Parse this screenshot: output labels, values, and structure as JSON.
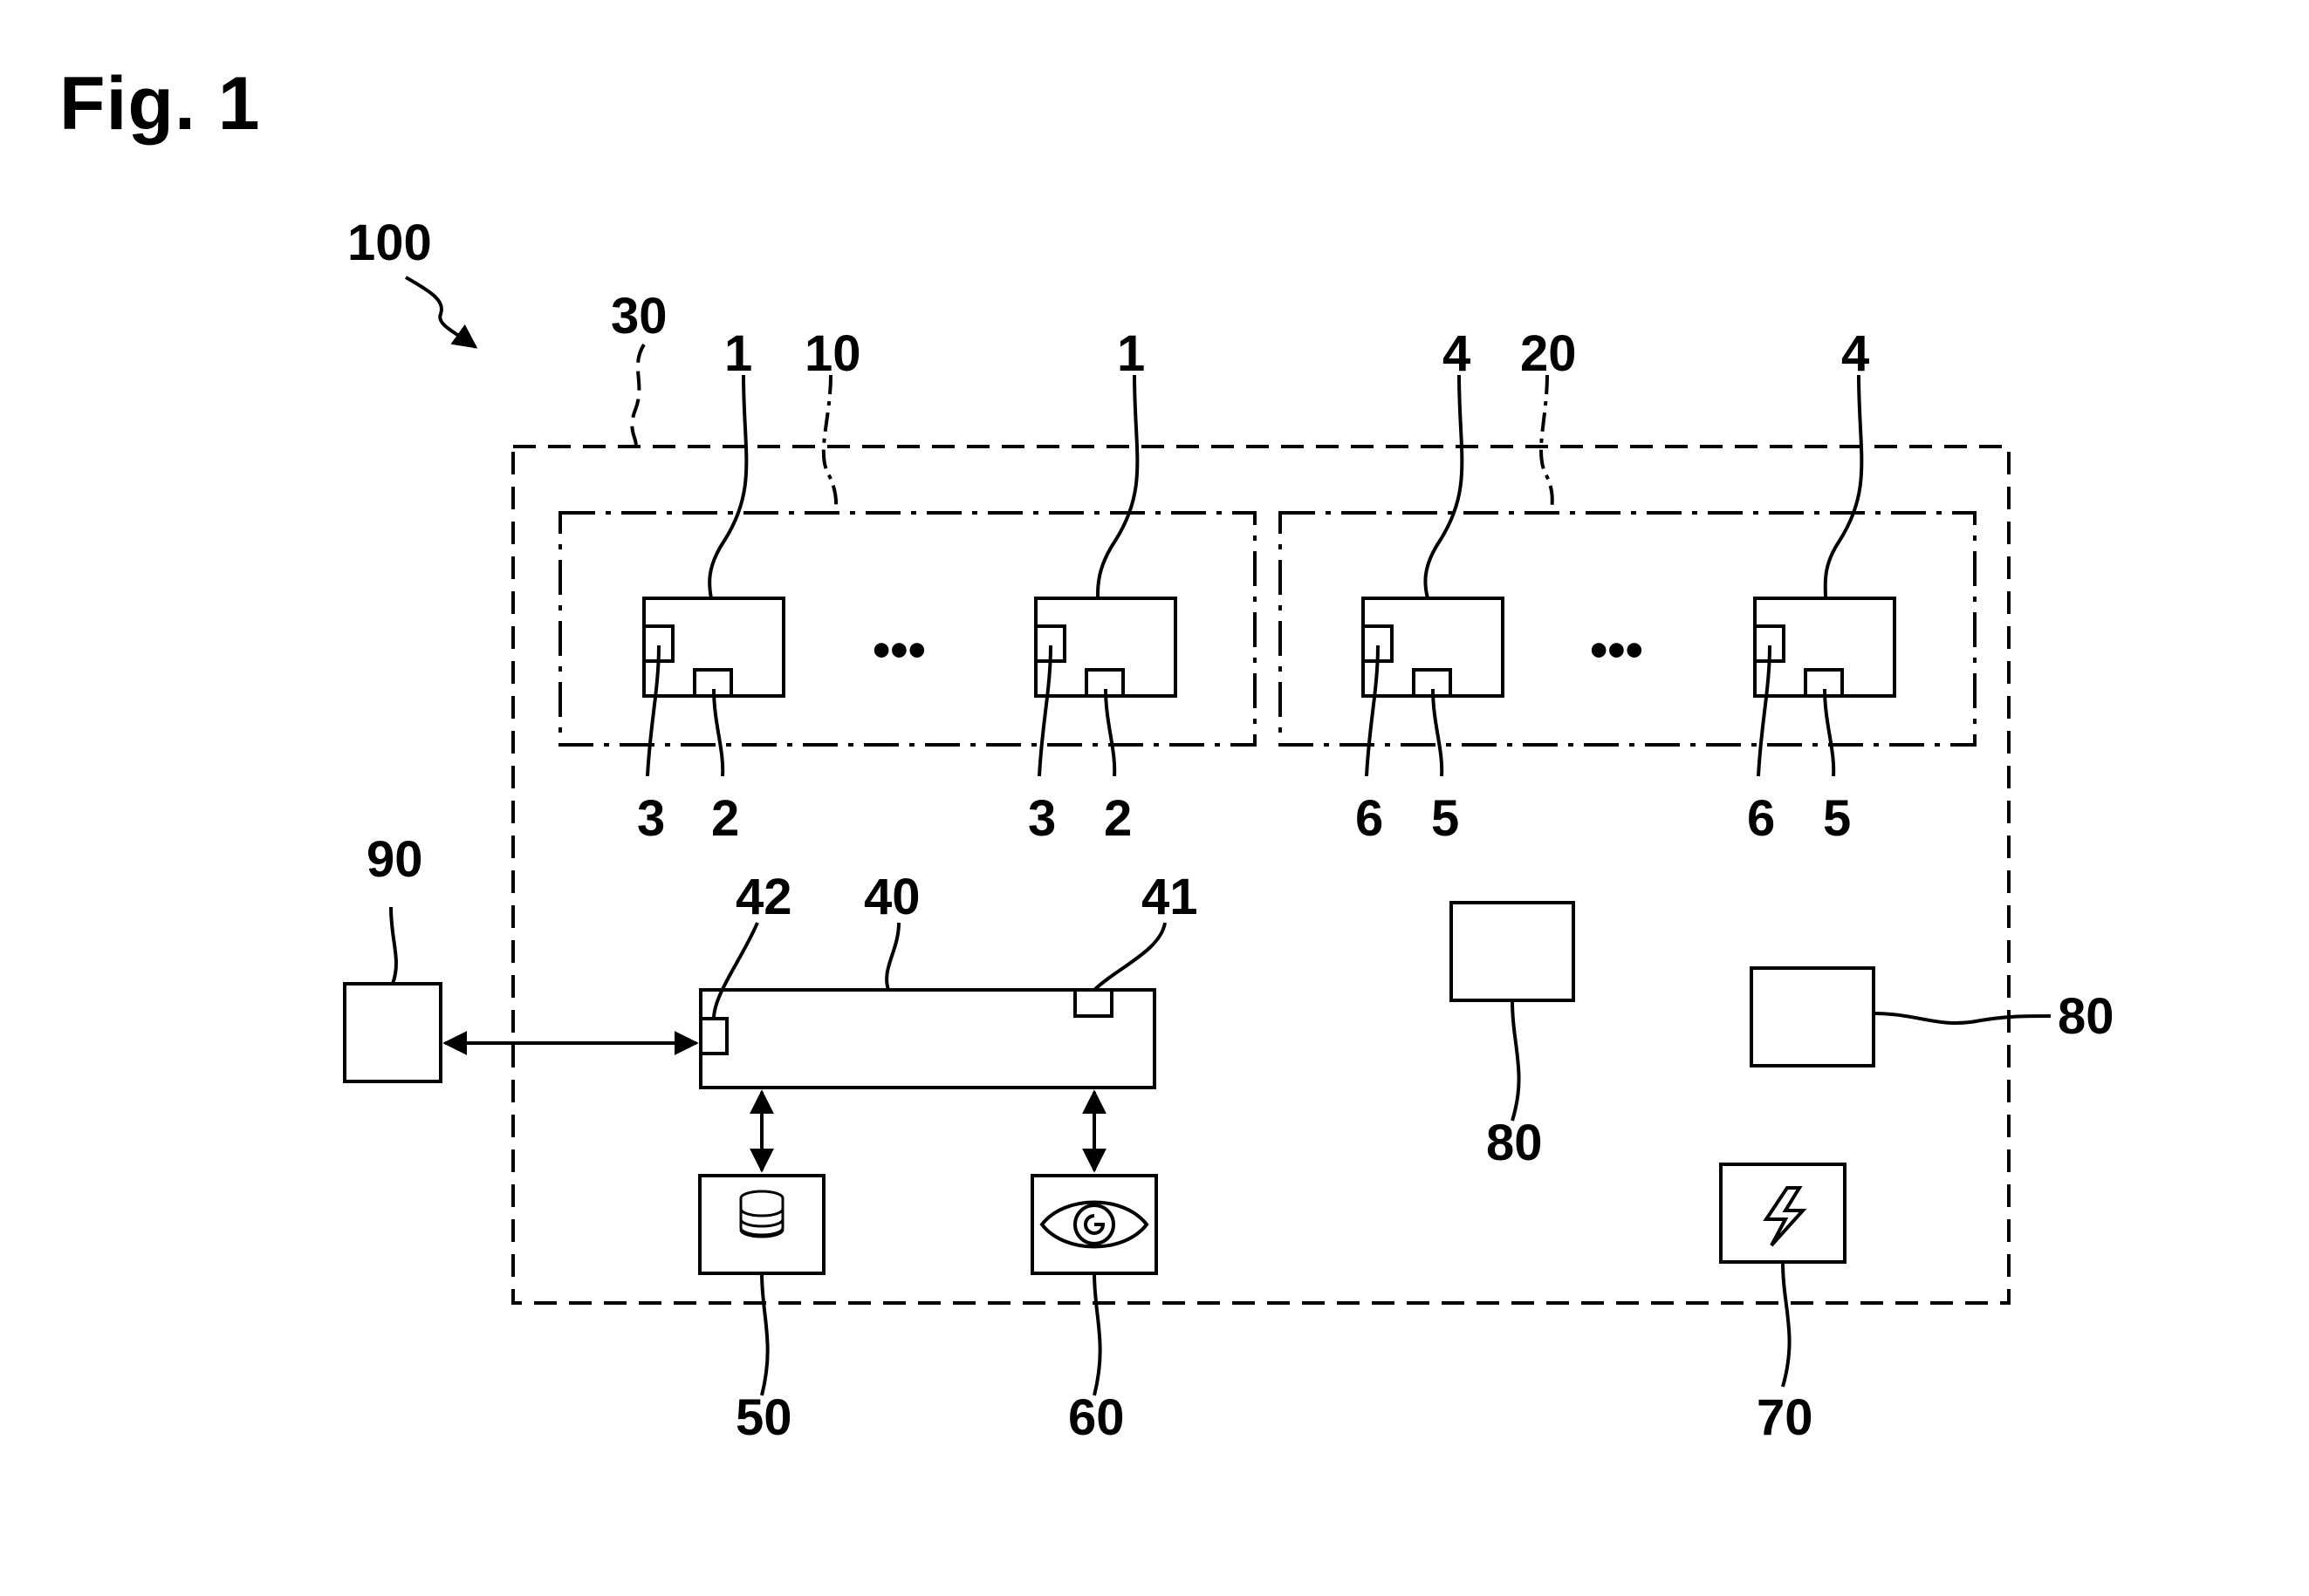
{
  "figure": {
    "title": "Fig. 1"
  },
  "labels": {
    "system": "100",
    "enclosure": "30",
    "group_a": "10",
    "group_b": "20",
    "unit_a": "1",
    "unit_a_port_small": "2",
    "unit_a_port_side": "3",
    "unit_b": "4",
    "unit_b_port_small": "5",
    "unit_b_port_side": "6",
    "controller": "40",
    "controller_port_right": "41",
    "controller_port_left": "42",
    "storage": "50",
    "sensor": "60",
    "power": "70",
    "aux_module": "80",
    "external": "90"
  },
  "icons": {
    "storage": "database-icon",
    "sensor": "eye-icon",
    "power": "lightning-icon"
  },
  "ellipsis": "•••"
}
